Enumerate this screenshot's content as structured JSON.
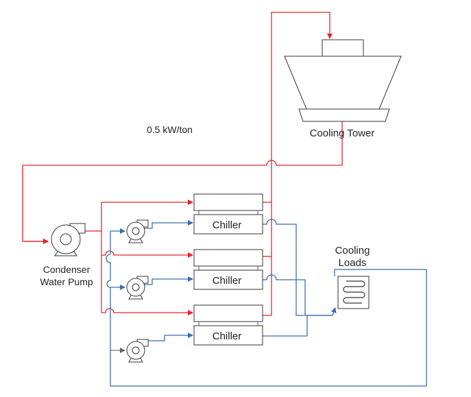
{
  "annotation": "0.5 kW/ton",
  "cooling_tower": {
    "label": "Cooling Tower"
  },
  "condenser_pump": {
    "label_line1": "Condenser",
    "label_line2": "Water Pump"
  },
  "cooling_loads": {
    "label_line1": "Cooling",
    "label_line2": "Loads"
  },
  "chillers": [
    {
      "label": "Chiller"
    },
    {
      "label": "Chiller"
    },
    {
      "label": "Chiller"
    }
  ],
  "colors": {
    "condenser_loop": "#e8232a",
    "chilled_loop": "#3b6bae",
    "equipment": "#333333"
  }
}
